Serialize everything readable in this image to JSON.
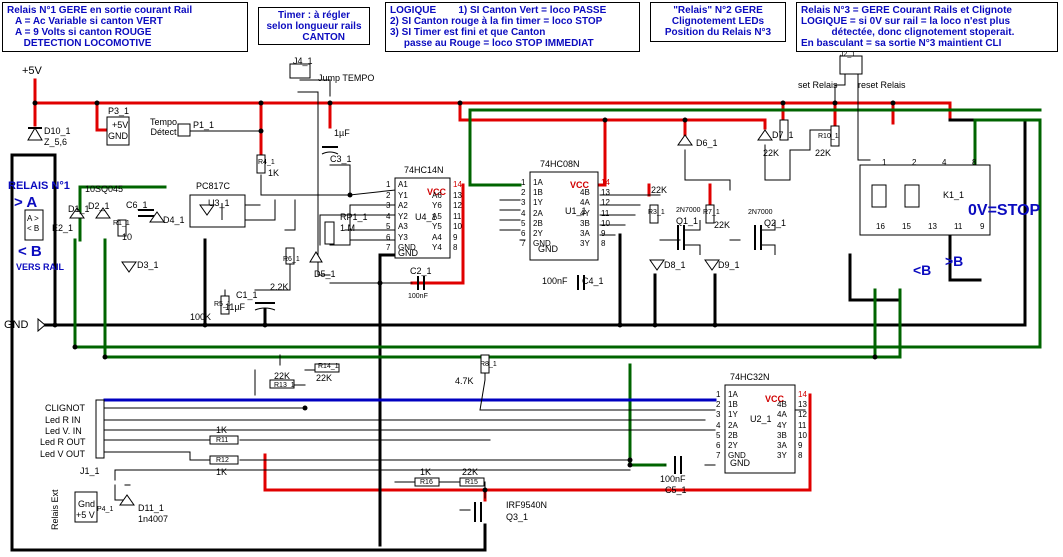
{
  "notes": {
    "relais1": "Relais N°1 GERE en sortie courant Rail\n   A = Ac Variable si canton VERT\n   A = 9 Volts si canton ROUGE\n      DETECTION LOCOMOTIVE",
    "timer": "Timer : à régler\nselon longueur rails\n       CANTON",
    "logique": "LOGIQUE        1) SI Canton Vert = loco PASSE\n2) SI Canton rouge à la fin timer = loco STOP\n3) SI Timer est fini et que Canton\n     passe au Rouge = loco STOP IMMEDIAT",
    "relais2": "\"Relais\" N°2 GERE\nClignotement LEDs\nPosition du Relais N°3",
    "relais3": "Relais N°3 = GERE Courant Rails et Clignote\nLOGIQUE = si 0V sur rail = la loco n'est plus\n           détectée, donc clignotement stoperait.\nEn basculant = sa sortie N°3 maintient CLI"
  },
  "labels": {
    "v5": "+5V",
    "gnd": "GND",
    "d10": "D10_1",
    "d10v": "Z_5,6",
    "p3": "P3_1",
    "p3_plus": "+5V",
    "p3_gnd": "GND",
    "tempo": "Tempo\nDétect",
    "p1": "P1_1",
    "j4": "J4_1",
    "jump": "Jump TEMPO",
    "c3": "C3_1",
    "c3v": "1µF",
    "r4": "R4_1",
    "r4v": "1K",
    "ic1": "74HC14N",
    "ic1u": "U4_1",
    "ic2": "74HC08N",
    "ic2u": "U1_1",
    "ic3": "74HC32N",
    "ic3u": "U2_1",
    "vcc": "VCC",
    "gndpin": "GND",
    "relais1_title": "RELAIS N°1",
    "diode_type": "10SQ045",
    "pc817": "PC817C",
    "u3": "U3_1",
    "a_label": "> A",
    "b_label": "< B",
    "vers_rail": "VERS RAIL",
    "e2": "E2_1",
    "ab_small": "A >\n< B",
    "d1": "D1_1",
    "d2": "D2_1",
    "c6": "C6_1",
    "r1": "R1_1",
    "r1v": "10",
    "d4": "D4_1",
    "d3": "D3_1",
    "rp1": "RP1_1",
    "rp1v": "1 M",
    "d5": "D5_1",
    "r6": "R6_1",
    "r6v": "2.2K",
    "c2": "C2_1",
    "c2v": "100nF",
    "c4": "C4_1",
    "c4v": "100nF",
    "c1": "C1_1",
    "c1v": "11µF",
    "r5": "R5_1",
    "r5v": "100K",
    "r14": "R14_1",
    "r14v": "22K",
    "r13": "R13_1",
    "r13v": "22K",
    "r8": "R8_1",
    "r8v": "4.7K",
    "d6": "D6_1",
    "d7": "D7_1",
    "r9": "R9_1",
    "r9v": "22K",
    "r10": "R10_1",
    "r10v": "22K",
    "r7": "R7_1",
    "r7v": "22K",
    "r3": "R3_1",
    "r3v": "22K",
    "q1": "Q1_1",
    "q1t": "2N7000",
    "q2": "Q2_1",
    "q2t": "2N7000",
    "d8": "D8_1",
    "d9": "D9_1",
    "set_relais": "set Relais",
    "reset_relais": "reset Relais",
    "j2": "J2_1",
    "k1": "K1_1",
    "zero_stop": "0V=STOP",
    "b_left": "<B",
    "b_right": ">B",
    "clignot": "CLIGNOT",
    "led_r_in": "Led R  IN",
    "led_v_in": "Led V.  IN",
    "led_r_out": "Led R OUT",
    "led_v_out": "Led V OUT",
    "j1": "J1_1",
    "r11": "R11",
    "r11v": "1K",
    "r12": "R12",
    "r12v": "1K",
    "r16": "R16",
    "r16v": "1K",
    "r15": "R15",
    "r15v": "22K",
    "irf": "IRF9540N",
    "q3": "Q3_1",
    "c5": "C5_1",
    "c5v": "100nF",
    "relais_ext": "Relais Ext",
    "p4": "P4_1",
    "p4_gnd": "Gnd",
    "p4_5v": "+5 V",
    "d11": "D11_1",
    "d11v": "1n4007"
  },
  "pins": {
    "hc14_left": [
      "1",
      "2",
      "3",
      "4",
      "5",
      "6",
      "7"
    ],
    "hc14_left_names": [
      "A1",
      "Y1",
      "A2",
      "Y2",
      "A3",
      "Y3",
      "GND"
    ],
    "hc14_right": [
      "14",
      "13",
      "12",
      "11",
      "10",
      "9",
      "8"
    ],
    "hc14_right_names": [
      "A6",
      "Y6",
      "A5",
      "Y5",
      "A4",
      "Y4"
    ],
    "hc08_left": [
      "1",
      "2",
      "3",
      "4",
      "5",
      "6",
      "7"
    ],
    "hc08_left_names": [
      "1A",
      "1B",
      "1Y",
      "2A",
      "2B",
      "2Y",
      "GND"
    ],
    "hc08_right": [
      "14",
      "13",
      "12",
      "11",
      "10",
      "9",
      "8"
    ],
    "hc08_right_names": [
      "4B",
      "4A",
      "4Y",
      "3B",
      "3A",
      "3Y"
    ],
    "hc32_left": [
      "1",
      "2",
      "3",
      "4",
      "5",
      "6",
      "7"
    ],
    "hc32_left_names": [
      "1A",
      "1B",
      "1Y",
      "2A",
      "2B",
      "2Y",
      "GND"
    ],
    "hc32_right": [
      "14",
      "13",
      "12",
      "11",
      "10",
      "9",
      "8"
    ],
    "hc32_right_names": [
      "4B",
      "4A",
      "4Y",
      "3B",
      "3A",
      "3Y"
    ],
    "relay_top": [
      "1",
      "2",
      "4",
      "8"
    ],
    "relay_bottom": [
      "16",
      "15",
      "13",
      "11",
      "9"
    ]
  },
  "colors": {
    "wire_red": "#e00000",
    "wire_green": "#006400",
    "wire_black": "#000000",
    "wire_blue": "#0000c0",
    "note_text": "#0b0bbf"
  }
}
